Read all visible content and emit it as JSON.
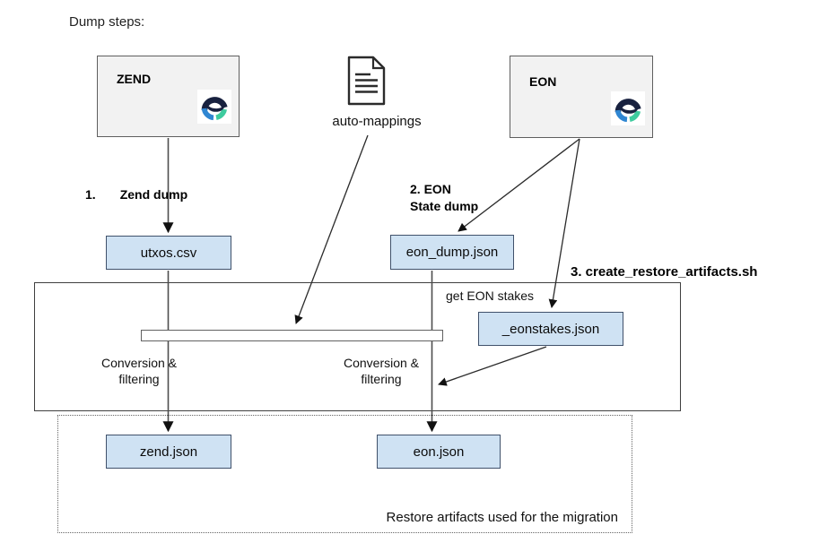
{
  "page": {
    "title": "Dump steps:"
  },
  "nodes": {
    "zend": {
      "label": "ZEND"
    },
    "eon": {
      "label": "EON"
    },
    "auto_mappings": {
      "label": "auto-mappings"
    },
    "utxos_csv": {
      "label": "utxos.csv"
    },
    "eon_dump_json": {
      "label": "eon_dump.json"
    },
    "eonstakes_json": {
      "label": "_eonstakes.json"
    },
    "zend_json": {
      "label": "zend.json"
    },
    "eon_json": {
      "label": "eon.json"
    }
  },
  "steps": {
    "step1_number": "1.",
    "step1_label": "Zend dump",
    "step2_line1": "2. EON",
    "step2_line2": "State dump",
    "step3_label": "3. create_restore_artifacts.sh"
  },
  "annotations": {
    "get_eon_stakes": "get EON stakes",
    "conversion_line1": "Conversion &",
    "conversion_line2": "filtering",
    "restore_note": "Restore artifacts used for the migration"
  },
  "colors": {
    "file_box_fill": "#cfe2f3",
    "file_box_border": "#40516b",
    "system_box_fill": "#f2f2f2",
    "system_box_border": "#5f5f5f",
    "connector_color": "#4d4d4d",
    "arrowhead_color": "#111111",
    "logo_navy": "#18213f",
    "logo_green": "#3ecb9e",
    "logo_teal": "#2fb9c9",
    "logo_blue": "#2f86d2"
  }
}
